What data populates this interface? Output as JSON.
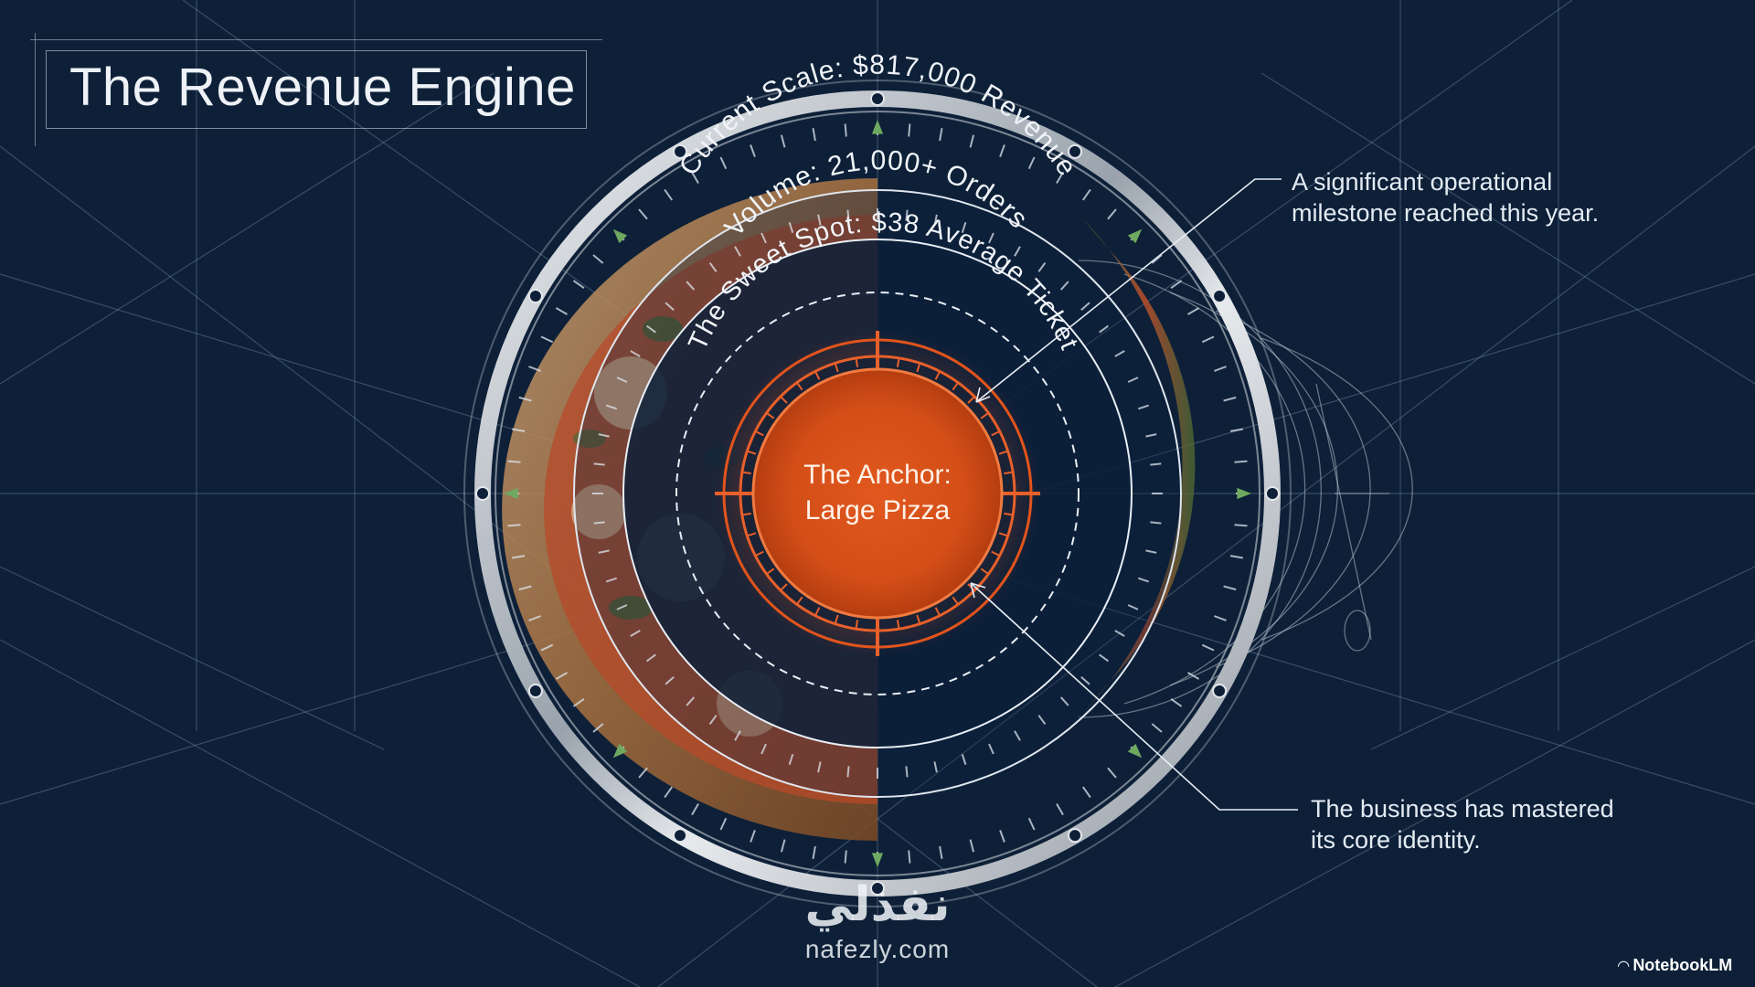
{
  "title": "The Revenue Engine",
  "rings": {
    "outer": "Current Scale: $817,000 Revenue",
    "middle": "Volume: 21,000+ Orders",
    "inner": "The Sweet Spot: $38 Average Ticket"
  },
  "center": {
    "line1": "The Anchor:",
    "line2": "Large Pizza"
  },
  "annotations": {
    "top": {
      "line1": "A significant operational",
      "line2": "milestone reached this year."
    },
    "bottom": {
      "line1": "The business has mastered",
      "line2": "its core identity."
    }
  },
  "watermark": {
    "script": "نفذلي",
    "url": "nafezly.com"
  },
  "brand": {
    "name": "NotebookLM",
    "icon": "notebook-logo-icon"
  },
  "colors": {
    "background": "#0d2038",
    "accent_orange": "#e2541c",
    "ring_silver": "#c9ced4",
    "tick_green": "#6fa860",
    "text": "#e8eef5"
  }
}
